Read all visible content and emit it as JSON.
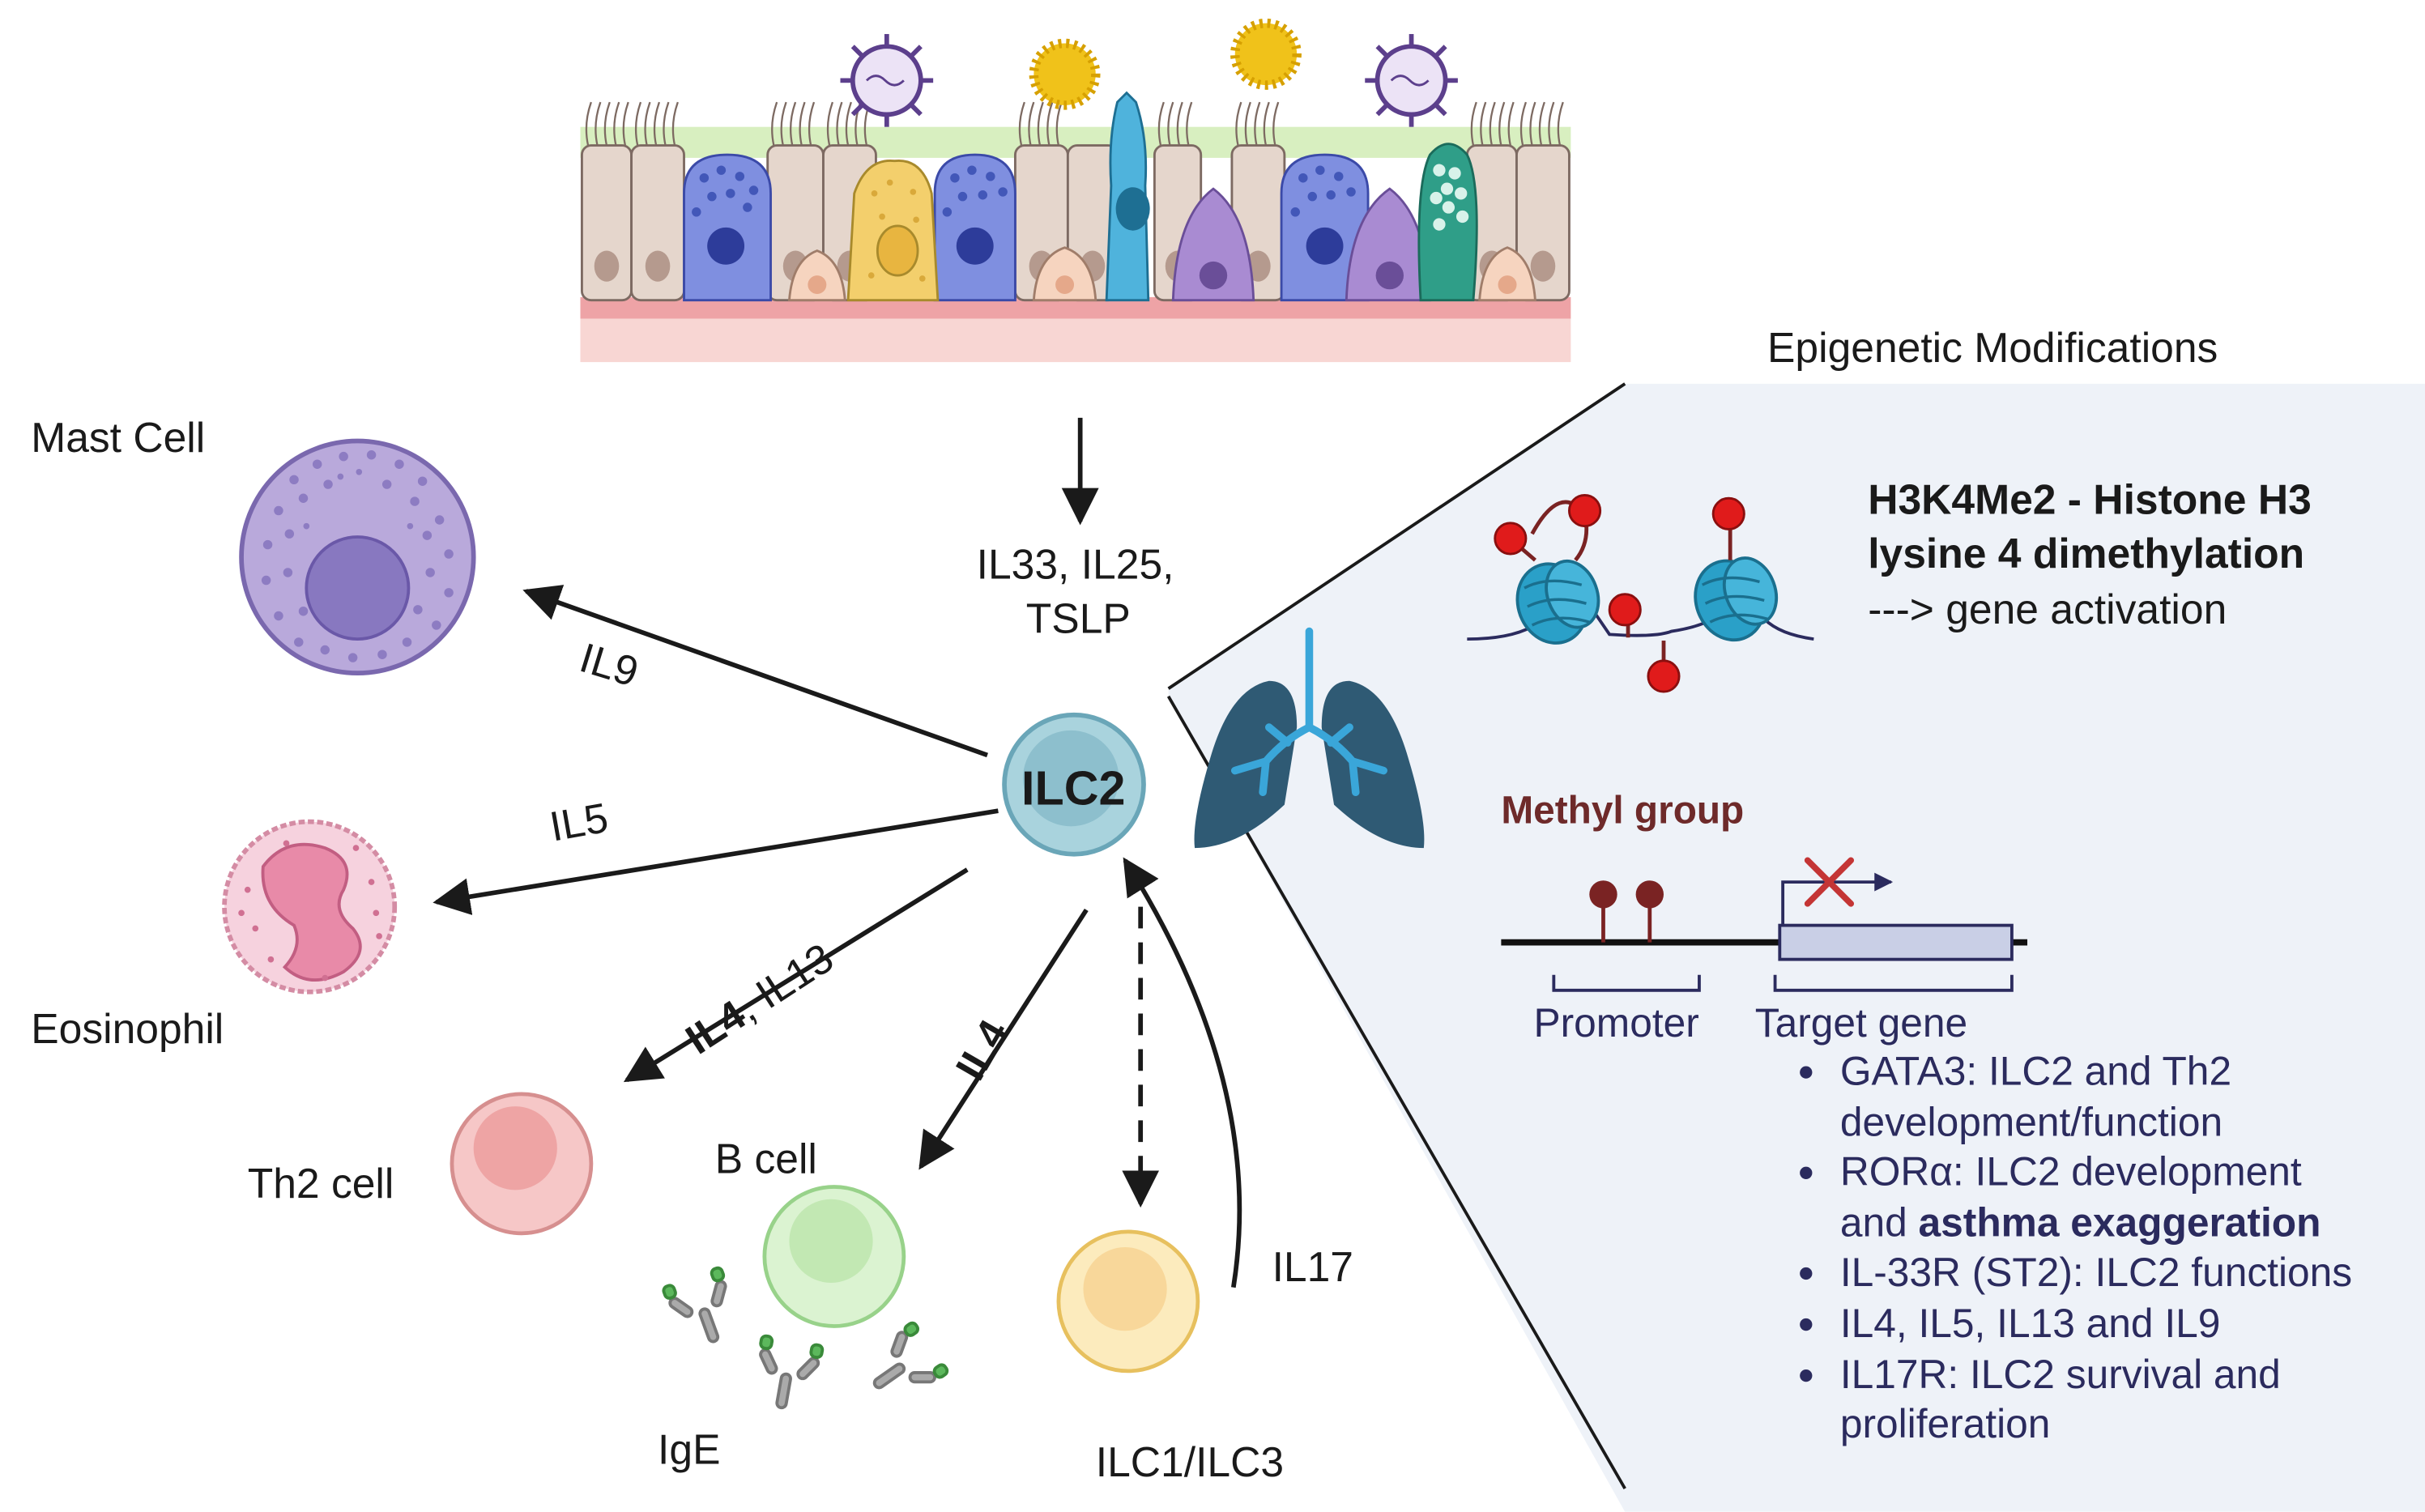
{
  "diagram": {
    "source_cytokines": "IL33, IL25,",
    "source_cytokines_2": "TSLP",
    "center_cell": "ILC2",
    "targets": {
      "mast_cell": {
        "label": "Mast Cell",
        "cytokine": "IL9"
      },
      "eosinophil": {
        "label": "Eosinophil",
        "cytokine": "IL5"
      },
      "th2_cell": {
        "label": "Th2 cell",
        "cytokine_bold": "IL4",
        "cytokine_rest": ", IL13"
      },
      "b_cell": {
        "label": "B cell",
        "cytokine": "IL4",
        "product": "IgE"
      },
      "ilc1_ilc3": {
        "label": "ILC1/ILC3",
        "cytokine_back": "IL17"
      }
    }
  },
  "epigenetics": {
    "title": "Epigenetic Modifications",
    "histone_line1": "H3K4Me2 - Histone H3",
    "histone_line2": "lysine 4 dimethylation",
    "histone_line3": "---> gene activation",
    "methyl_label": "Methyl group",
    "promoter_label": "Promoter",
    "target_gene_label": "Target gene",
    "target_genes": [
      {
        "line1": "GATA3: ILC2 and Th2",
        "line2": "development/function",
        "line2_bold": ""
      },
      {
        "line1": "RORα: ILC2 development",
        "line2": "and ",
        "line2_bold": "asthma exaggeration"
      },
      {
        "line1": "IL-33R (ST2): ILC2 functions",
        "line2": "",
        "line2_bold": ""
      },
      {
        "line1": "IL4, IL5, IL13 and IL9",
        "line2": "",
        "line2_bold": ""
      },
      {
        "line1": "IL17R: ILC2 survival and",
        "line2": "proliferation",
        "line2_bold": ""
      }
    ]
  },
  "colors": {
    "panel_bg": "#eef2f8",
    "ilc2": "#9ac9d6",
    "mast_cell": "#b9a9db",
    "eosinophil": "#f2c3d0",
    "th2": "#f4b7b7",
    "b_cell": "#c9ecbd",
    "ilc1_ilc3": "#fbe4a8",
    "lung": "#2f5a74",
    "airway": "#3aa6d9",
    "methyl_red": "#e01b1b",
    "histone": "#2aa0c8",
    "methyl_brown": "#7a2323",
    "text_navy": "#2b2b5e"
  },
  "icons": [
    "virus-icon",
    "pollen-icon",
    "lung-icon",
    "nucleosome-icon",
    "antibody-icon",
    "blocked-transcription-icon"
  ]
}
